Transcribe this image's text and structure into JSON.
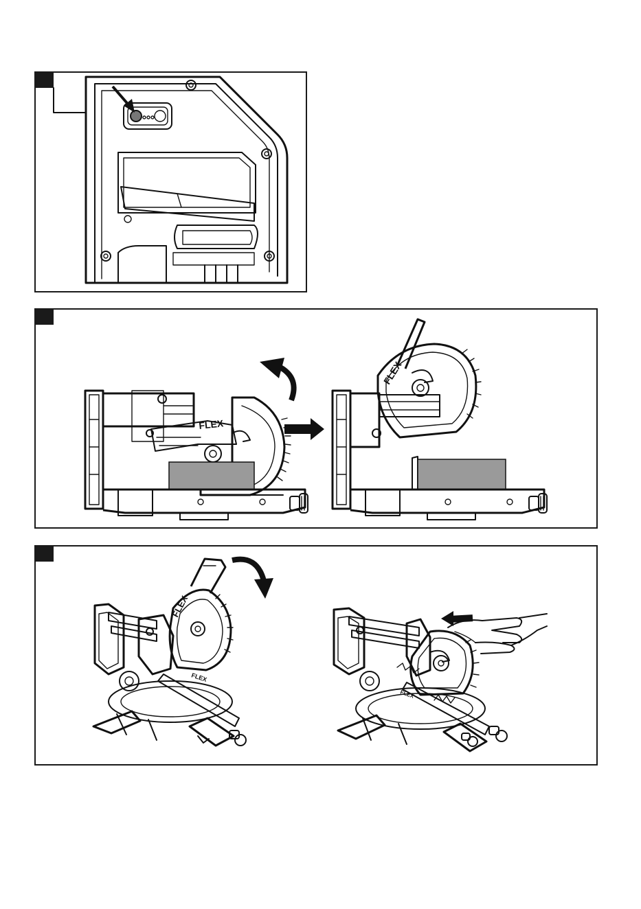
{
  "figures": [
    {
      "id": "fig-1",
      "number_label": ""
    },
    {
      "id": "fig-2",
      "number_label": ""
    },
    {
      "id": "fig-3",
      "number_label": ""
    }
  ],
  "brand_text": "FLEX",
  "colors": {
    "line": "#111111",
    "wood": "#9a9a9a",
    "tag": "#1a1a1a",
    "background": "#ffffff"
  },
  "icons": [
    "arrow-pointer-icon",
    "curved-arrow-up-icon",
    "right-arrow-icon",
    "curved-arrow-down-icon",
    "left-arrow-icon"
  ]
}
